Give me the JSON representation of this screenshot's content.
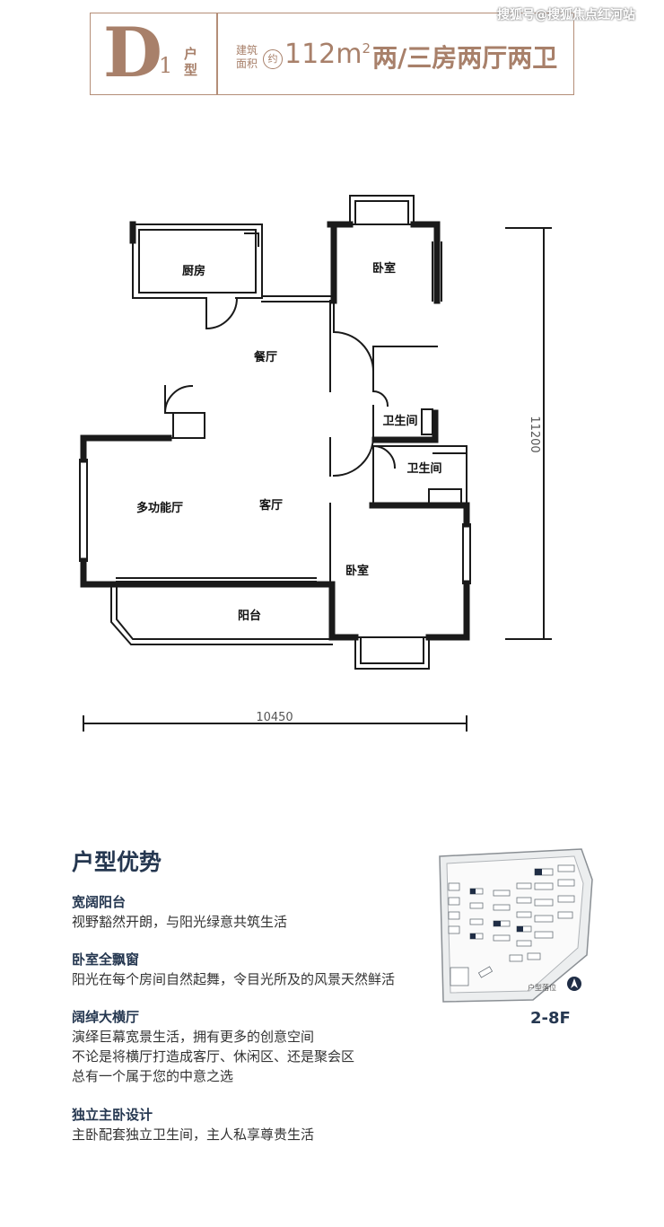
{
  "header": {
    "type_letter": "D",
    "type_sub": "1",
    "type_label": "户型",
    "area_label": "建筑面积",
    "about": "约",
    "area_value": "112m",
    "area_unit_sup": "2",
    "layout_desc": "两/三房两厅两卫"
  },
  "watermark": "搜狐号@搜狐焦点红河站",
  "floorplan": {
    "rooms": {
      "kitchen": "厨房",
      "bedroom_top": "卧室",
      "dining": "餐厅",
      "bath_1": "卫生间",
      "bath_2": "卫生间",
      "multi": "多功能厅",
      "living": "客厅",
      "bedroom_bottom": "卧室",
      "balcony": "阳台"
    },
    "dim_width": "10450",
    "dim_height": "11200"
  },
  "advantages": {
    "title": "户型优势",
    "items": [
      {
        "title": "宽阔阳台",
        "lines": [
          "视野豁然开朗，与阳光绿意共筑生活"
        ]
      },
      {
        "title": "卧室全飘窗",
        "lines": [
          "阳光在每个房间自然起舞，令目光所及的风景天然鲜活"
        ]
      },
      {
        "title": "阔绰大横厅",
        "lines": [
          "演绎巨幕宽景生活，拥有更多的创意空间",
          "不论是将横厅打造成客厅、休闲区、还是聚会区",
          "总有一个属于您的中意之选"
        ]
      },
      {
        "title": "独立主卧设计",
        "lines": [
          "主卧配套独立卫生间，主人私享尊贵生活"
        ]
      }
    ]
  },
  "site": {
    "location_label": "户型落位",
    "floors": "2-8F"
  }
}
